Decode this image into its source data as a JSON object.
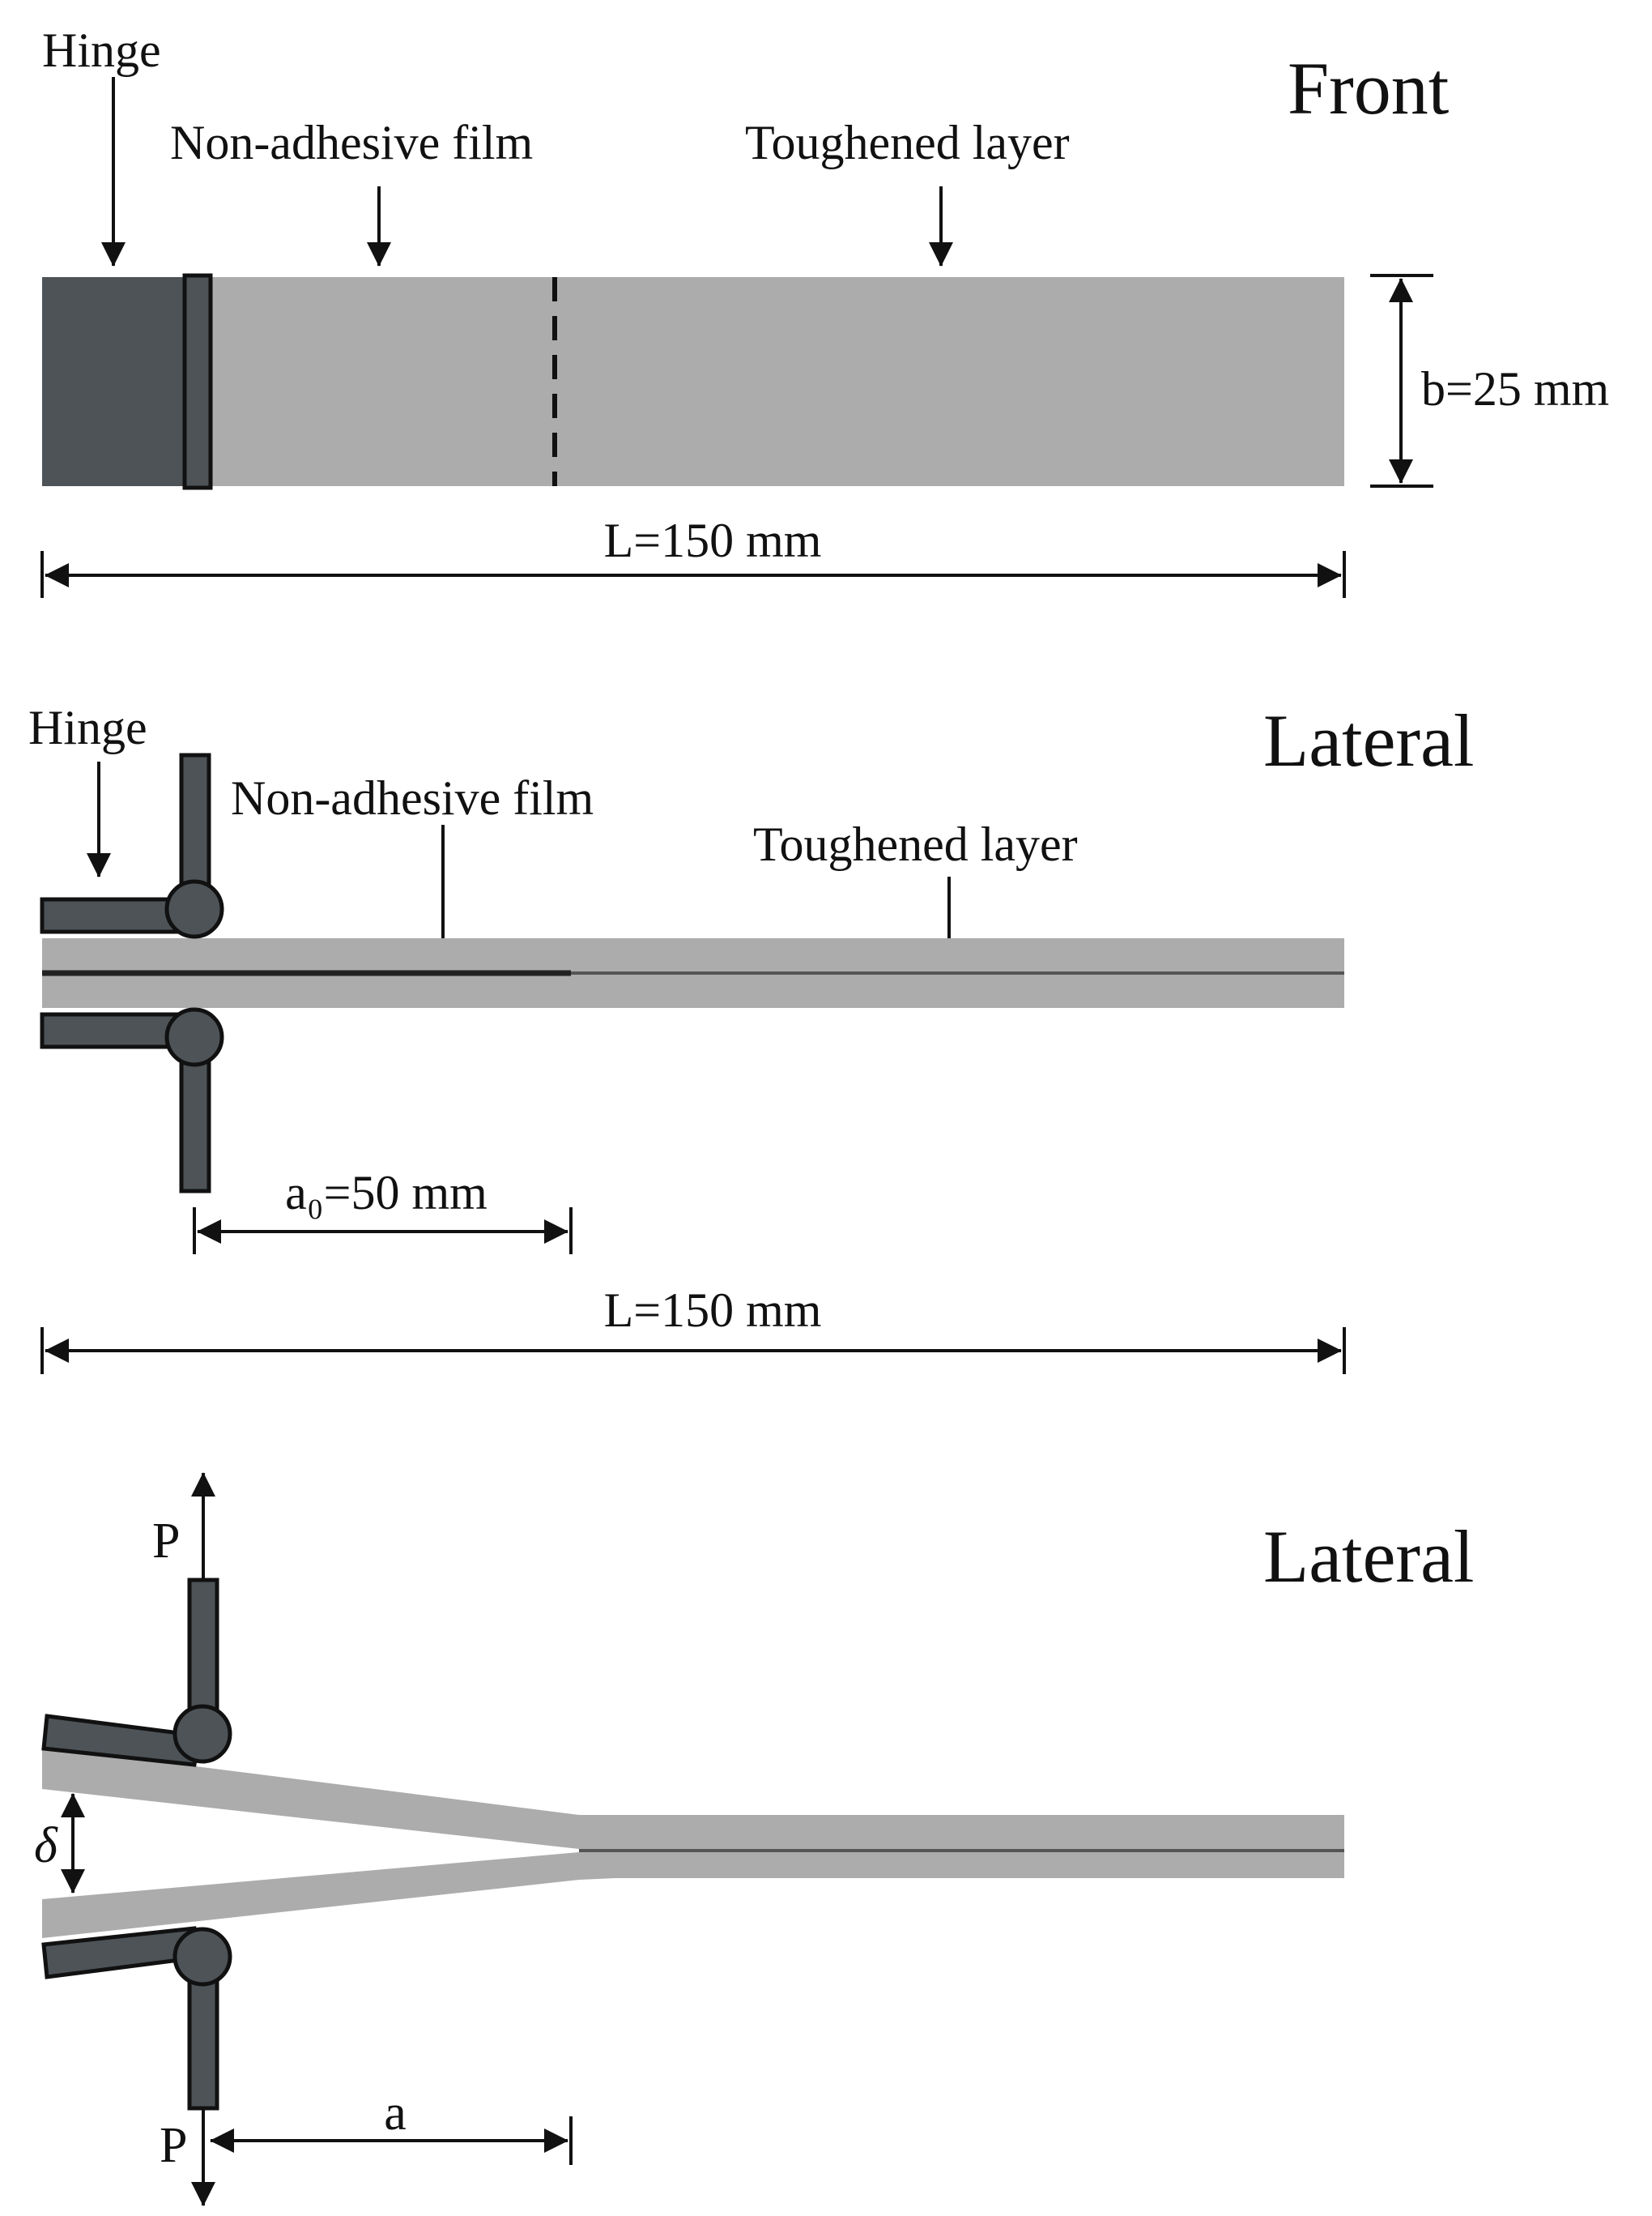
{
  "colors": {
    "title": "#e8191b",
    "beam": "#acacac",
    "hinge": "#4d5357",
    "ink": "#111111"
  },
  "front_view": {
    "title": "Front",
    "hinge_label": "Hinge",
    "film_label": "Non-adhesive film",
    "layer_label": "Toughened layer",
    "width_label": "b=25 mm",
    "length_label": "L=150 mm"
  },
  "lateral_view": {
    "title": "Lateral",
    "hinge_label": "Hinge",
    "film_label": "Non-adhesive film",
    "layer_label": "Toughened layer",
    "crack_label": "a₀=50 mm",
    "length_label": "L=150 mm"
  },
  "loaded_view": {
    "title": "Lateral",
    "load_top": "P",
    "load_bottom": "P",
    "opening_label": "δ",
    "crack_length_label": "a"
  }
}
